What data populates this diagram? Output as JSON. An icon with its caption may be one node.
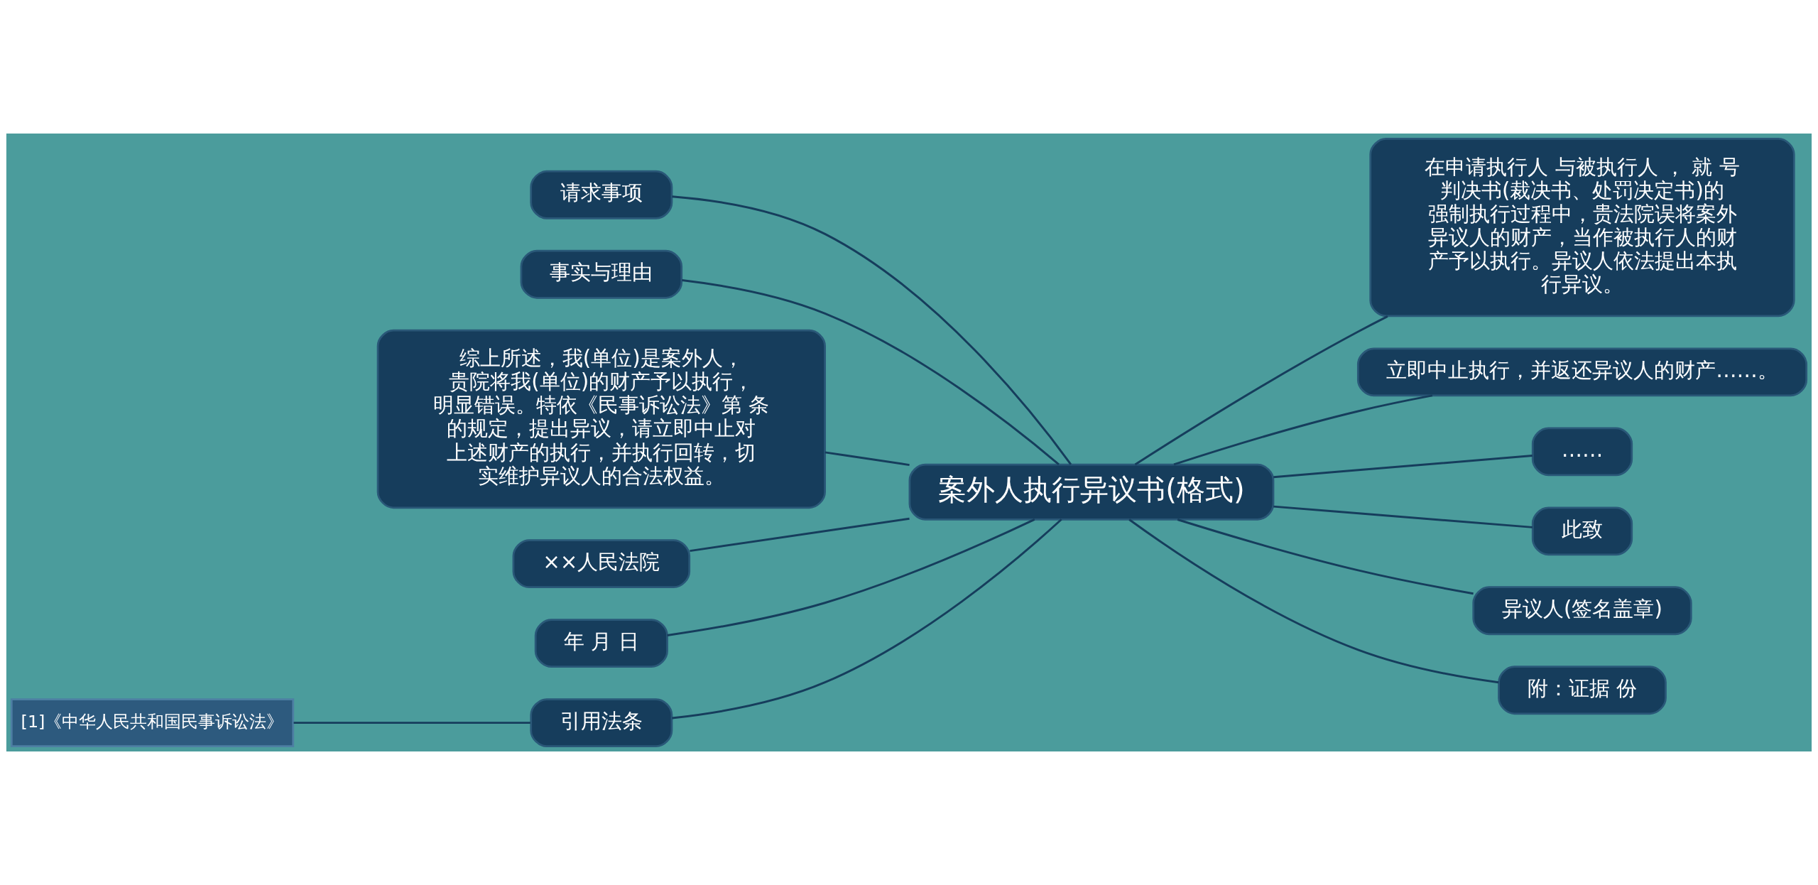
{
  "diagram": {
    "nodes": [
      {
        "text": [
          "案外人执行异议书(格式)"
        ]
      },
      {
        "text": [
          "请求事项"
        ]
      },
      {
        "text": [
          "事实与理由"
        ]
      },
      {
        "text": [
          "综上所述，我(单位)是案外人，贵院将我(单位)的财产予以执行，明显错误。特依《民事诉讼法》第 条的规定，提出异议，请立即中止对上述财产的执行，并执行回转，切实维护异议人的合法权益。"
        ]
      },
      {
        "text": [
          "××人民法院"
        ]
      },
      {
        "text": [
          "年 月 日"
        ]
      },
      {
        "text": [
          "引用法条"
        ]
      },
      {
        "text": [
          "[1]《中华人民共和国民事诉讼法》"
        ]
      },
      {
        "text": [
          "在申请执行人 与被执行人 ， 就 号判决书(裁决书、处罚决定书)的强制执行过程中，贵法院误将案外异议人的财产，当作被执行人的财产予以执行。异议人依法提出本执行异议。"
        ]
      },
      {
        "text": [
          "立即中止执行，并返还异议人的财产……。"
        ]
      },
      {
        "text": [
          "……"
        ]
      },
      {
        "text": [
          "此致"
        ]
      },
      {
        "text": [
          "异议人(签名盖章)"
        ]
      },
      {
        "text": [
          "附：证据 份"
        ]
      }
    ],
    "edges": [
      {
        "from": 0,
        "to": 1,
        "arrow": "none"
      },
      {
        "from": 0,
        "to": 2,
        "arrow": "none"
      },
      {
        "from": 0,
        "to": 3,
        "arrow": "none"
      },
      {
        "from": 0,
        "to": 4,
        "arrow": "none"
      },
      {
        "from": 0,
        "to": 5,
        "arrow": "none"
      },
      {
        "from": 0,
        "to": 6,
        "arrow": "none"
      },
      {
        "from": 6,
        "to": 7,
        "arrow": "none"
      },
      {
        "from": 0,
        "to": 8,
        "arrow": "none"
      },
      {
        "from": 0,
        "to": 9,
        "arrow": "none"
      },
      {
        "from": 0,
        "to": 10,
        "arrow": "none"
      },
      {
        "from": 0,
        "to": 11,
        "arrow": "none"
      },
      {
        "from": 0,
        "to": 12,
        "arrow": "none"
      },
      {
        "from": 0,
        "to": 13,
        "arrow": "none"
      }
    ]
  }
}
